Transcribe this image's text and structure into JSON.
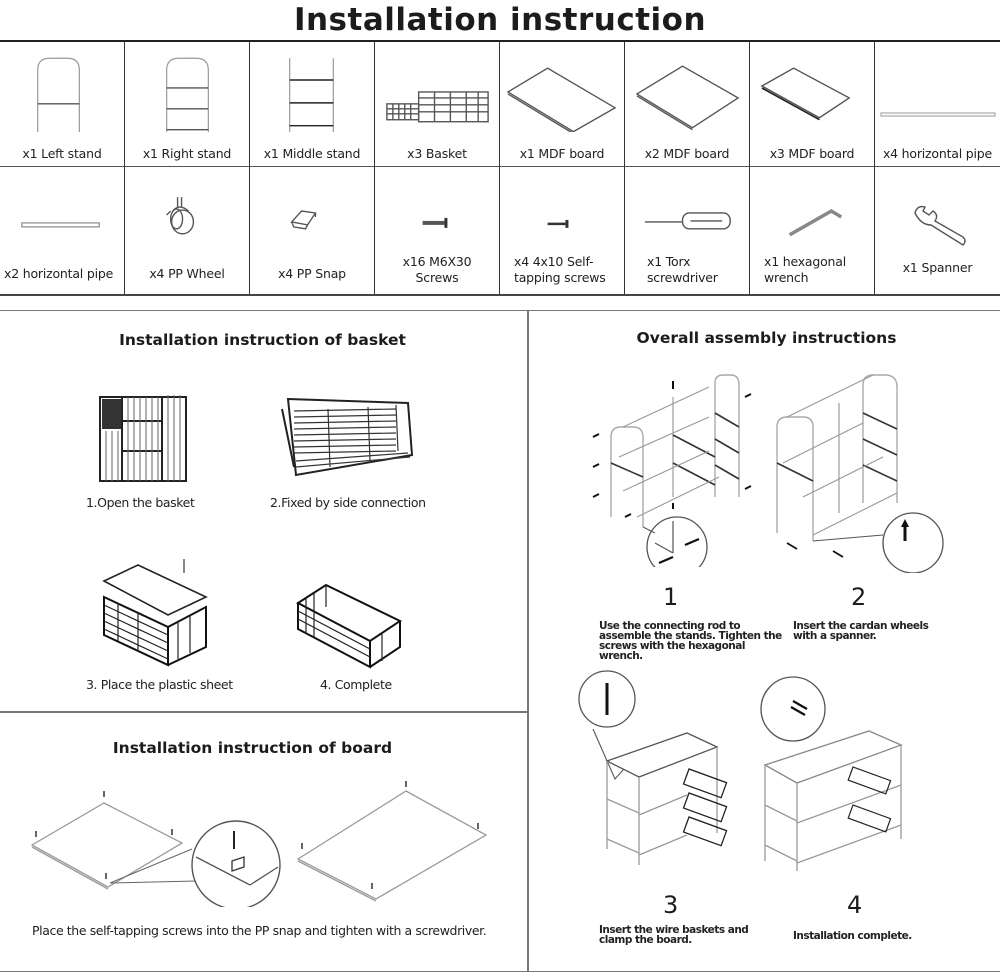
{
  "title": "Installation instruction",
  "parts": [
    {
      "label": "x1 Left stand",
      "icon": "left-stand-icon"
    },
    {
      "label": "x1 Right stand",
      "icon": "right-stand-icon"
    },
    {
      "label": "x1 Middle stand",
      "icon": "middle-stand-icon"
    },
    {
      "label": "x3 Basket",
      "icon": "basket-icon"
    },
    {
      "label": "x1 MDF board",
      "icon": "mdf-board-icon"
    },
    {
      "label": "x2 MDF board",
      "icon": "mdf-board-icon"
    },
    {
      "label": "x3 MDF board",
      "icon": "mdf-board-icon"
    },
    {
      "label": "x4 horizontal pipe",
      "icon": "horizontal-pipe-icon"
    },
    {
      "label": "x2 horizontal pipe",
      "icon": "horizontal-pipe-icon"
    },
    {
      "label": "x4 PP Wheel",
      "icon": "wheel-icon"
    },
    {
      "label": "x4 PP Snap",
      "icon": "snap-icon"
    },
    {
      "label": "x16 M6X30 Screws",
      "icon": "screw-icon"
    },
    {
      "label": "x4 4x10 Self-tapping screws",
      "icon": "self-tapping-screw-icon"
    },
    {
      "label": "x1 Torx screwdriver",
      "icon": "screwdriver-icon"
    },
    {
      "label": "x1 hexagonal wrench",
      "icon": "hex-wrench-icon"
    },
    {
      "label": "x1 Spanner",
      "icon": "spanner-icon"
    }
  ],
  "basket_section": {
    "title": "Installation instruction of basket",
    "steps": [
      "1.Open the basket",
      "2.Fixed by side connection",
      "3. Place the plastic sheet",
      "4. Complete"
    ]
  },
  "board_section": {
    "title": "Installation instruction of board",
    "caption": "Place the self-tapping screws into the PP snap and tighten with a screwdriver."
  },
  "overall_section": {
    "title": "Overall assembly instructions",
    "steps": [
      {
        "number": "1",
        "text": "Use the connecting rod to assemble the stands. Tighten the screws with the hexagonal wrench."
      },
      {
        "number": "2",
        "text": "Insert the cardan wheels with a spanner."
      },
      {
        "number": "3",
        "text": "Insert the wire baskets and clamp the board."
      },
      {
        "number": "4",
        "text": "Installation complete."
      }
    ]
  }
}
